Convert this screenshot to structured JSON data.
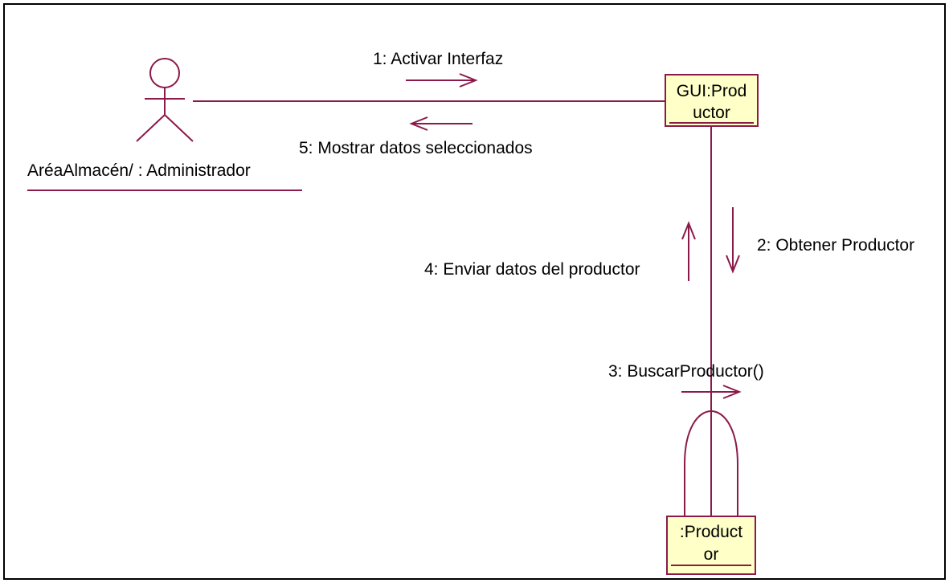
{
  "colors": {
    "line": "#8b1a4a",
    "object_fill": "#ffffc8",
    "border": "#000000",
    "background": "#ffffff"
  },
  "actor": {
    "name": "AréaAlmacén/ : Administrador"
  },
  "objects": {
    "gui": {
      "line1": "GUI:Prod",
      "line2": "uctor"
    },
    "productor": {
      "line1": ":Product",
      "line2": "or"
    }
  },
  "messages": {
    "m1": "1: Activar Interfaz",
    "m2": "2: Obtener Productor",
    "m3": "3: BuscarProductor()",
    "m4": "4: Enviar datos del productor",
    "m5": "5: Mostrar datos seleccionados"
  }
}
